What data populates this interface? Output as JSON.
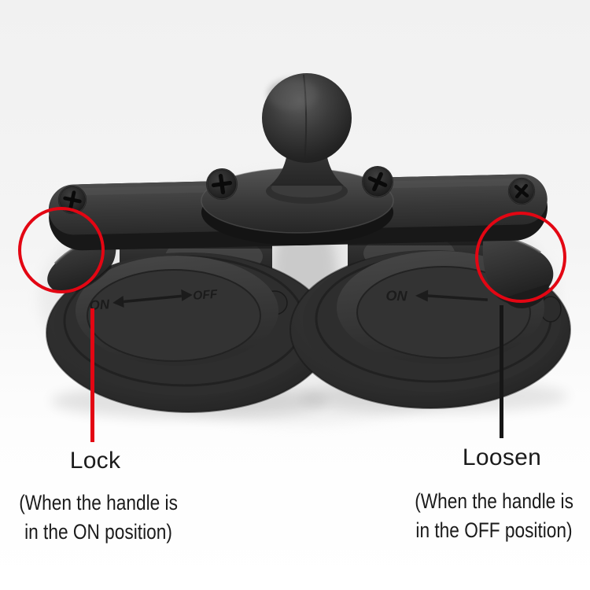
{
  "annotations": {
    "lock": {
      "label": "Lock",
      "caption_line1": "(When the handle is",
      "caption_line2": "in the ON position)"
    },
    "loosen": {
      "label": "Loosen",
      "caption_line1": "(When the handle is",
      "caption_line2": "in the OFF position)"
    }
  },
  "product_markings": {
    "left_cup": {
      "on": "ON",
      "off": "OFF"
    },
    "right_cup": {
      "on": "ON"
    }
  },
  "colors": {
    "annotation_red": "#e30613",
    "annotation_black": "#161616",
    "text": "#1b1b1b"
  }
}
